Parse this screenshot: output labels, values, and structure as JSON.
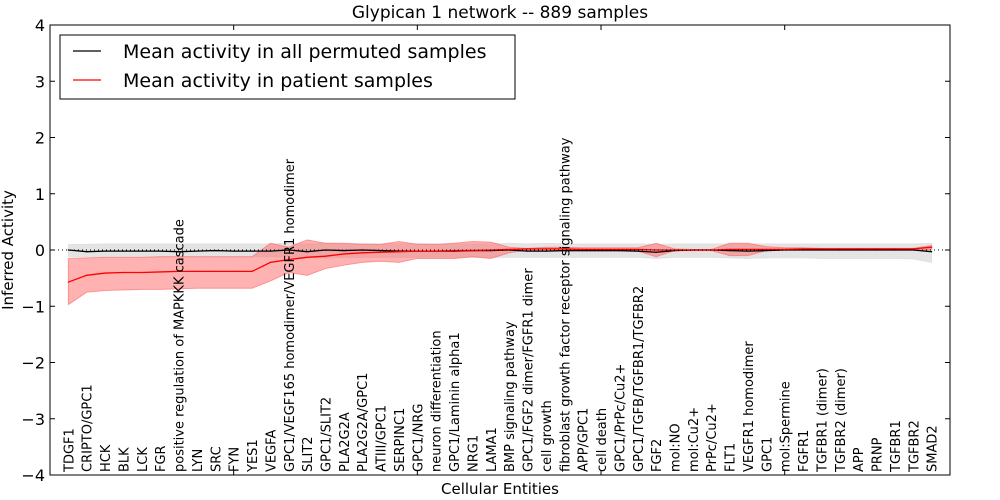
{
  "chart_data": {
    "type": "line",
    "title": "Glypican 1 network -- 889 samples",
    "xlabel": "Cellular Entities",
    "ylabel": "Inferred Activity",
    "ylim": [
      -4,
      4
    ],
    "yticks": [
      -4,
      -3,
      -2,
      -1,
      0,
      1,
      2,
      3,
      4
    ],
    "ytick_labels": [
      "−4",
      "−3",
      "−2",
      "−1",
      "0",
      "1",
      "2",
      "3",
      "4"
    ],
    "grid": false,
    "legend_position": "top-left",
    "categories": [
      "TDGF1",
      "CRIPTO/GPC1",
      "HCK",
      "BLK",
      "LCK",
      "FGR",
      "positive regulation of MAPKKK cascade",
      "LYN",
      "SRC",
      "FYN",
      "YES1",
      "VEGFA",
      "GPC1/VEGF165 homodimer/VEGFR1 homodimer",
      "SLIT2",
      "GPC1/SLIT2",
      "PLA2G2A",
      "PLA2G2A/GPC1",
      "ATIII/GPC1",
      "SERPINC1",
      "GPC1/NRG",
      "neuron differentiation",
      "GPC1/Laminin alpha1",
      "NRG1",
      "LAMA1",
      "BMP signaling pathway",
      "GPC1/FGF2 dimer/FGFR1 dimer",
      "cell growth",
      "fibroblast growth factor receptor signaling pathway",
      "APP/GPC1",
      "cell death",
      "GPC1/PrPc/Cu2+",
      "GPC1/TGFB/TGFBR1/TGFBR2",
      "FGF2",
      "mol:NO",
      "mol:Cu2+",
      "PrPc/Cu2+",
      "FLT1",
      "VEGFR1 homodimer",
      "GPC1",
      "mol:Spermine",
      "FGFR1",
      "TGFBR1 (dimer)",
      "TGFBR2 (dimer)",
      "APP",
      "PRNP",
      "TGFBR1",
      "TGFBR2",
      "SMAD2"
    ],
    "series": [
      {
        "name": "Mean activity in all permuted samples",
        "color": "#000000",
        "band_color": "#d9d9d9",
        "values": [
          0.0,
          -0.03,
          -0.02,
          -0.02,
          -0.02,
          -0.02,
          -0.03,
          -0.02,
          -0.01,
          -0.02,
          -0.02,
          -0.02,
          0.0,
          -0.03,
          0.0,
          -0.01,
          0.0,
          -0.01,
          -0.02,
          -0.02,
          -0.02,
          -0.02,
          -0.01,
          -0.01,
          0.0,
          -0.02,
          -0.02,
          -0.01,
          -0.01,
          -0.01,
          -0.01,
          -0.02,
          -0.04,
          -0.01,
          0.0,
          0.0,
          -0.01,
          -0.02,
          -0.01,
          0.0,
          0.0,
          0.0,
          0.0,
          0.0,
          0.0,
          0.0,
          0.0,
          -0.03
        ],
        "upper": [
          0.1,
          0.1,
          0.11,
          0.11,
          0.11,
          0.11,
          0.11,
          0.11,
          0.11,
          0.11,
          0.11,
          0.11,
          0.12,
          0.11,
          0.12,
          0.11,
          0.12,
          0.11,
          0.11,
          0.12,
          0.11,
          0.11,
          0.11,
          0.11,
          0.12,
          0.11,
          0.12,
          0.11,
          0.11,
          0.11,
          0.11,
          0.11,
          0.1,
          0.11,
          0.11,
          0.11,
          0.11,
          0.11,
          0.11,
          0.11,
          0.11,
          0.11,
          0.11,
          0.11,
          0.11,
          0.11,
          0.11,
          0.12
        ],
        "lower": [
          -0.12,
          -0.12,
          -0.12,
          -0.12,
          -0.12,
          -0.12,
          -0.12,
          -0.12,
          -0.12,
          -0.12,
          -0.12,
          -0.12,
          -0.13,
          -0.13,
          -0.14,
          -0.13,
          -0.13,
          -0.13,
          -0.13,
          -0.13,
          -0.13,
          -0.13,
          -0.13,
          -0.13,
          -0.13,
          -0.13,
          -0.13,
          -0.13,
          -0.13,
          -0.13,
          -0.13,
          -0.13,
          -0.15,
          -0.13,
          -0.13,
          -0.13,
          -0.14,
          -0.15,
          -0.14,
          -0.14,
          -0.14,
          -0.15,
          -0.15,
          -0.15,
          -0.15,
          -0.15,
          -0.16,
          -0.22
        ]
      },
      {
        "name": "Mean activity in patient samples",
        "color": "#ff0000",
        "band_color": "#ff6666",
        "values": [
          -0.57,
          -0.45,
          -0.41,
          -0.4,
          -0.4,
          -0.39,
          -0.38,
          -0.38,
          -0.38,
          -0.38,
          -0.38,
          -0.22,
          -0.17,
          -0.13,
          -0.11,
          -0.07,
          -0.05,
          -0.04,
          -0.03,
          -0.02,
          -0.02,
          -0.01,
          -0.01,
          0.0,
          0.01,
          0.02,
          0.02,
          0.02,
          0.01,
          0.01,
          0.01,
          0.01,
          0.0,
          0.0,
          0.0,
          0.0,
          0.01,
          0.01,
          0.01,
          0.01,
          0.02,
          0.02,
          0.02,
          0.02,
          0.02,
          0.02,
          0.02,
          0.05
        ],
        "upper": [
          -0.15,
          -0.14,
          -0.13,
          -0.13,
          -0.13,
          -0.12,
          -0.12,
          -0.12,
          -0.12,
          -0.12,
          -0.12,
          0.12,
          0.05,
          0.18,
          0.12,
          0.12,
          0.1,
          0.1,
          0.15,
          0.1,
          0.1,
          0.12,
          0.15,
          0.14,
          0.05,
          0.03,
          0.05,
          0.05,
          0.04,
          0.04,
          0.04,
          0.04,
          0.12,
          0.02,
          0.01,
          0.01,
          0.12,
          0.12,
          0.06,
          0.04,
          0.04,
          0.03,
          0.03,
          0.03,
          0.03,
          0.03,
          0.03,
          0.08
        ],
        "lower": [
          -0.97,
          -0.75,
          -0.72,
          -0.71,
          -0.7,
          -0.7,
          -0.69,
          -0.68,
          -0.68,
          -0.68,
          -0.68,
          -0.55,
          -0.4,
          -0.45,
          -0.33,
          -0.27,
          -0.22,
          -0.2,
          -0.22,
          -0.15,
          -0.15,
          -0.15,
          -0.12,
          -0.15,
          -0.05,
          0.0,
          -0.02,
          -0.02,
          -0.02,
          -0.02,
          -0.02,
          -0.02,
          -0.12,
          -0.01,
          -0.01,
          -0.01,
          -0.1,
          -0.1,
          -0.01,
          0.0,
          0.0,
          0.0,
          0.0,
          0.0,
          0.0,
          0.0,
          0.0,
          0.01
        ]
      }
    ]
  }
}
